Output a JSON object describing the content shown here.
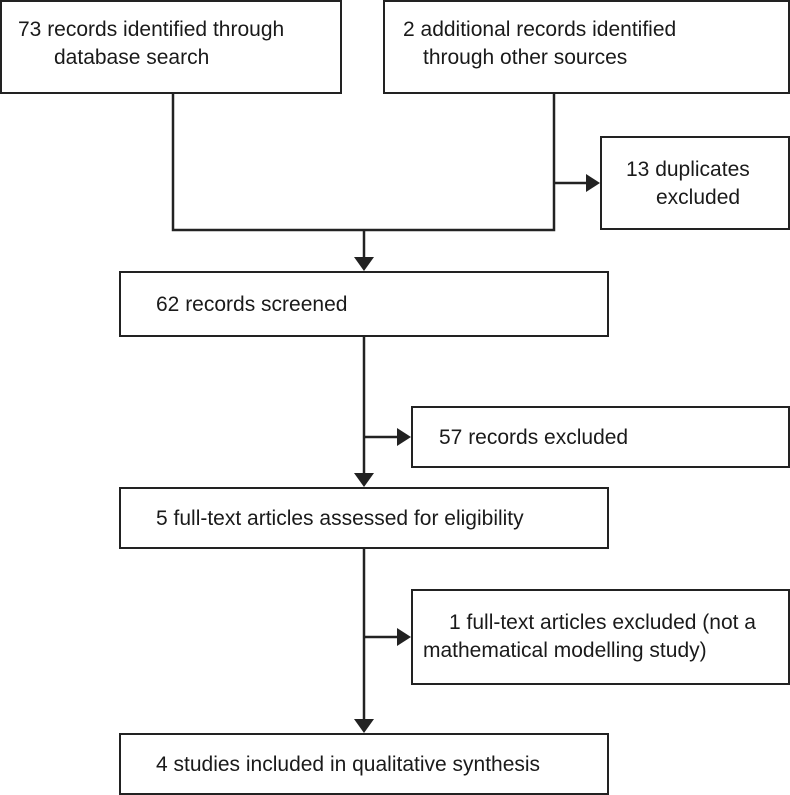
{
  "flow": {
    "database_search": {
      "line1": "73 records identified through",
      "line2": "database search"
    },
    "other_sources": {
      "line1": "2 additional records identified",
      "line2": "through other sources"
    },
    "duplicates": {
      "line1": "13 duplicates",
      "line2": "excluded"
    },
    "screened": {
      "text": "62 records screened"
    },
    "records_excluded": {
      "text": "57 records excluded"
    },
    "eligibility": {
      "text": "5 full-text articles assessed for eligibility"
    },
    "fulltext_excluded": {
      "line1": "1 full-text articles excluded (not a",
      "line2": "mathematical modelling study)"
    },
    "included": {
      "text": "4 studies included in qualitative synthesis"
    }
  },
  "style": {
    "line_color": "#222222",
    "background": "#ffffff"
  }
}
